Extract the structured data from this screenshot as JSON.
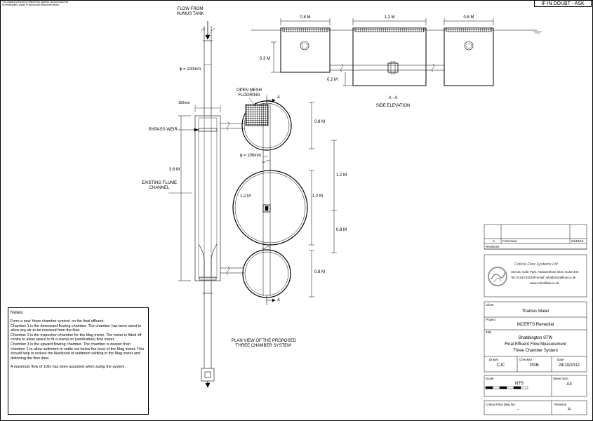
{
  "header": {
    "copyright": "This drawing is issued by Critical Flow Systems Ltd and should not be redistributed, copied or reproduced without permission",
    "if_in_doubt": "IF IN DOUBT - ASK"
  },
  "labels": {
    "flow_from": "FLOW FROM",
    "humus_tank": "HUMUS TANK",
    "pipe_dia_top": "ϕ = 100mm",
    "width_150": "150mm",
    "bypass_weir": "BYPASS WEIR",
    "flume_length": "3.6 M",
    "existing_flume_1": "EXISTING FLUME",
    "existing_flume_2": "CHANNEL",
    "open_mesh_1": "OPEN MESH",
    "open_mesh_2": "FLOORING",
    "section_a_top": "A",
    "section_a_bottom": "A",
    "pipe_dia_mid": "ϕ = 100mm",
    "dim_ch1": "0.8 M",
    "dim_ch2": "1.2 M",
    "dim_ch2_width": "1.2 M",
    "dim_ch3": "0.8 M",
    "dim_right_top": "1.2 M",
    "dim_right_bottom": "0.8 M",
    "plan_view_1": "PLAN VIEW OF THE PROPOSED",
    "plan_view_2": "'THREE CHAMBER SYSTEM'",
    "elev_dim_1": "0.8 M",
    "elev_dim_2": "1.2 M",
    "elev_dim_3": "0.8 M",
    "elev_03": "0.3 M",
    "elev_02": "0.2 M",
    "section_aa": "A - A",
    "side_elevation": "SIDE ELEVATION"
  },
  "notes": {
    "heading": "Notes:",
    "p1": "Form a new 'three chamber system' on the final effluent.",
    "p2": "Chamber 1 is the downward flowing chamber. The chamber has been sized to allow any air to be released from the flow.",
    "p3": "Chamber 2 is the inspection chamber for the Mag meter. The meter is fitted off centre to allow space to fit a clamp on (verification) flow meter.",
    "p4": "Chamber 3 is the upward flowing chamber. The chamber is deeper than chamber 1 to allow sediment to settle out below the level of the Mag meter. This should help to reduce the likelihood of sediment settling in the Mag meter and distorting the flow data.",
    "p5": "A maximum flow of 10l/s has been assumed when sizing the system."
  },
  "revisions": {
    "rev": "A",
    "description": "First Issue",
    "date": "24/10/12",
    "heading": "Revisions"
  },
  "company": {
    "name": "Critical Flow Systems Ltd",
    "address": "Unit 15, Colin Park, Andoversford, Glos. GL54 4HJ",
    "contact": "Tel: 01242 820199 Email: info@criticalflow.co.uk",
    "web": "www.criticalflow.co.uk"
  },
  "title_block": {
    "client_label": "Client",
    "client": "Thames Water",
    "project_label": "Project",
    "project": "MCERTS Remedial",
    "title_label": "Title",
    "title_1": "Shabbington STW",
    "title_2": "Final Effluent Flow Measurement",
    "title_3": "Three Chamber System",
    "drawn_label": "Drawn",
    "drawn": "CJC",
    "checked_label": "Checked",
    "checked": "PGB",
    "date_label": "Date",
    "date": "24/10/2012",
    "scale_label": "Scale",
    "scale": "NTS",
    "sheet_label": "Sheet Size",
    "sheet": "A3",
    "dwg_label": "Critical Flow Dwg No.",
    "dwg": "-",
    "revision_label": "Revision",
    "revision": "A"
  }
}
